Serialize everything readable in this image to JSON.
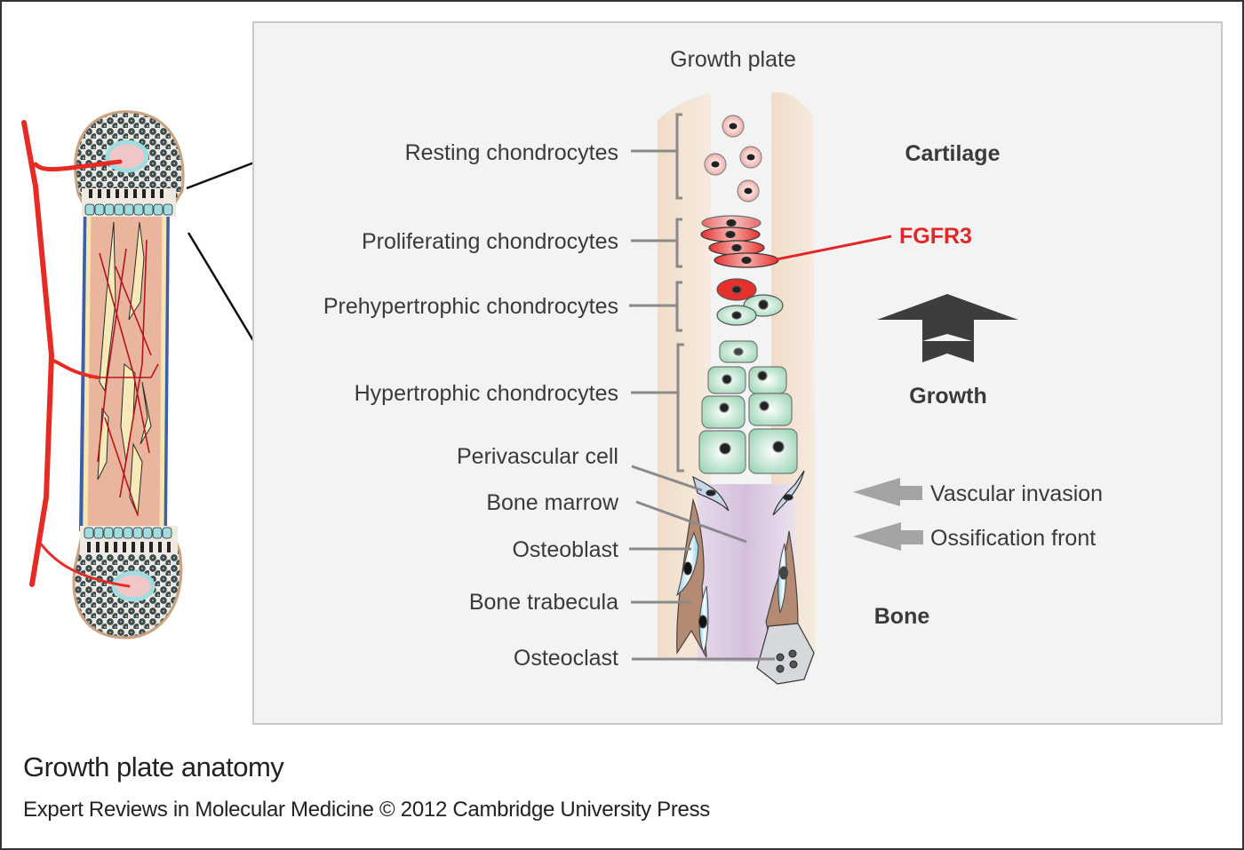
{
  "figure": {
    "panel_title": "Growth plate",
    "caption_title": "Growth plate anatomy",
    "caption_credit": "Expert Reviews in Molecular Medicine © 2012 Cambridge University Press"
  },
  "zone_labels": [
    {
      "id": "resting",
      "text": "Resting chondrocytes"
    },
    {
      "id": "proliferating",
      "text": "Proliferating chondrocytes"
    },
    {
      "id": "prehypertrophic",
      "text": "Prehypertrophic chondrocytes"
    },
    {
      "id": "hypertrophic",
      "text": "Hypertrophic chondrocytes"
    },
    {
      "id": "perivascular",
      "text": "Perivascular cell"
    },
    {
      "id": "marrow",
      "text": "Bone marrow"
    },
    {
      "id": "osteoblast",
      "text": "Osteoblast"
    },
    {
      "id": "trabecula",
      "text": "Bone trabecula"
    },
    {
      "id": "osteoclast",
      "text": "Osteoclast"
    }
  ],
  "right_labels": {
    "cartilage": "Cartilage",
    "fgfr3": "FGFR3",
    "growth": "Growth",
    "vascular_invasion": "Vascular invasion",
    "ossification_front": "Ossification front",
    "bone": "Bone"
  },
  "colors": {
    "panel_bg": "#f3f3f3",
    "fgfr3_red": "#e32626",
    "resting_cell": "#f2b8b4",
    "proliferating_cell": "#e23a36",
    "hypertrophic_cell": "#a9dcc0",
    "cartilage_matrix": "#f3e3d2",
    "bone_marrow": "#dccbe0",
    "trabecula": "#b58a72",
    "osteoblast": "#9fd3e6",
    "osteoclast": "#d5d8dd",
    "vessel": "#e52b24",
    "growth_arrow": "#3d3d3f",
    "grey_arrow": "#a3a4a6"
  }
}
